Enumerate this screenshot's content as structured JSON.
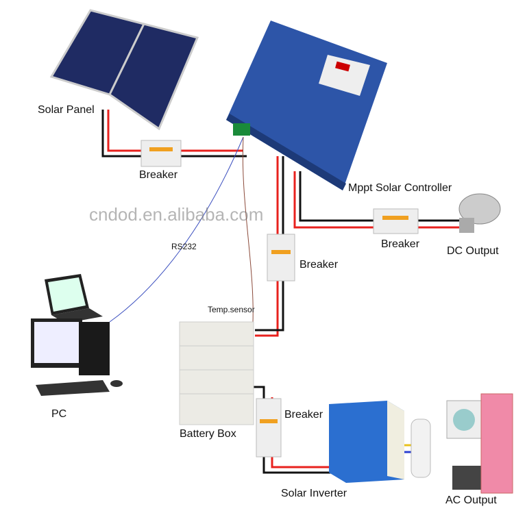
{
  "labels": {
    "solar_panel": "Solar Panel",
    "breaker_pv": "Breaker",
    "controller": "Mppt Solar Controller",
    "breaker_dc": "Breaker",
    "dc_output": "DC Output",
    "rs232": "RS232",
    "breaker_battery": "Breaker",
    "temp_sensor": "Temp.sensor",
    "pc": "PC",
    "battery_box": "Battery Box",
    "breaker_inverter": "Breaker",
    "inverter": "Solar Inverter",
    "ac_output": "AC Output"
  },
  "watermark": "cndod.en.alibaba.com",
  "colors": {
    "wire_pos": "#e8211d",
    "wire_neg": "#111111",
    "controller": "#2d55a8",
    "inverter": "#2b6fd0",
    "panel": "#1f2b63"
  }
}
